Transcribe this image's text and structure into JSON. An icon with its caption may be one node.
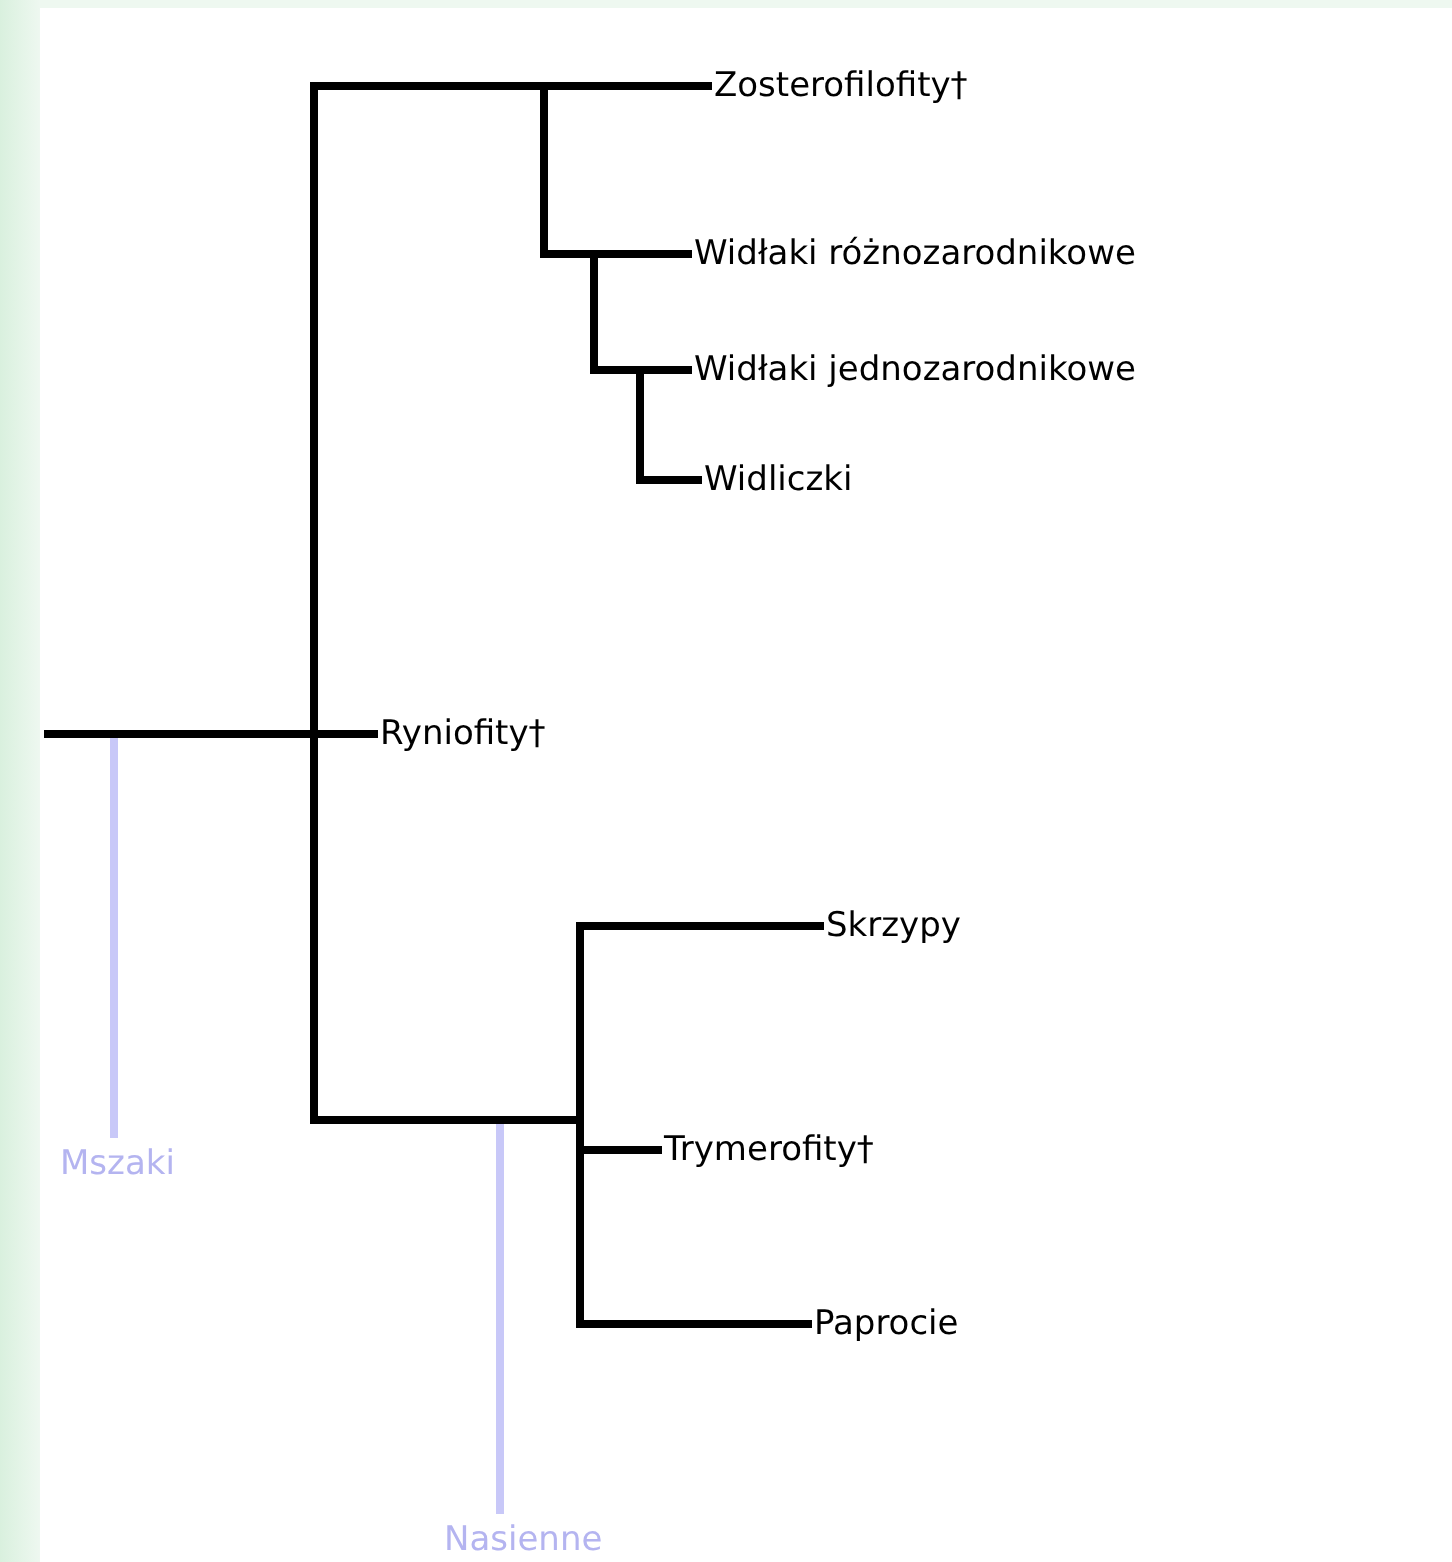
{
  "diagram": {
    "nodes": [
      {
        "text": [
          "Zosterofilofity†"
        ]
      },
      {
        "text": [
          "Widłaki różnozarodnikowe"
        ]
      },
      {
        "text": [
          "Widłaki jednozarodnikowe"
        ]
      },
      {
        "text": [
          "Widliczki"
        ]
      },
      {
        "text": [
          "Ryniofity†"
        ]
      },
      {
        "text": [
          "Skrzypy"
        ]
      },
      {
        "text": [
          "Trymerofity†"
        ]
      },
      {
        "text": [
          "Paprocie"
        ]
      },
      {
        "text": [
          "Mszaki"
        ]
      },
      {
        "text": [
          "Nasienne"
        ]
      }
    ],
    "edges": [
      {
        "from": null,
        "to": 0,
        "arrow": "none"
      },
      {
        "from": null,
        "to": 1,
        "arrow": "none"
      },
      {
        "from": null,
        "to": 2,
        "arrow": "none"
      },
      {
        "from": null,
        "to": 3,
        "arrow": "none"
      },
      {
        "from": null,
        "to": 4,
        "arrow": "none"
      },
      {
        "from": null,
        "to": 5,
        "arrow": "none"
      },
      {
        "from": null,
        "to": 6,
        "arrow": "none"
      },
      {
        "from": null,
        "to": 7,
        "arrow": "none"
      },
      {
        "from": null,
        "to": 8,
        "arrow": "none",
        "color": "#c8c8f8"
      },
      {
        "from": null,
        "to": 9,
        "arrow": "none",
        "color": "#c8c8f8"
      }
    ]
  }
}
